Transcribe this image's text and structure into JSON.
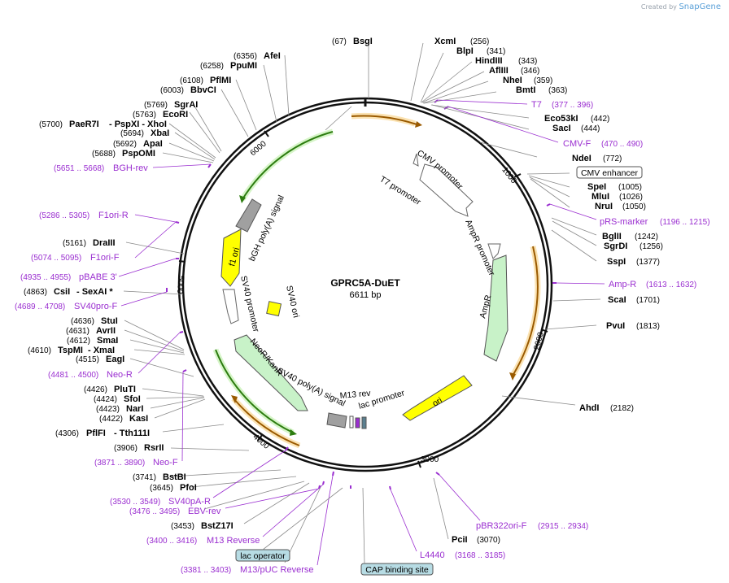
{
  "app": {
    "brand_prefix": "Created by",
    "brand_name": "SnapGene"
  },
  "plasmid": {
    "name": "GPRC5A-DuET",
    "length_label": "6611 bp",
    "length": 6611
  },
  "ticks": [
    "1000",
    "2000",
    "3000",
    "4000",
    "5000",
    "6000"
  ],
  "colors": {
    "primer": "#9a2ed0",
    "feature_green": "#c8f2c8",
    "promoter": "#ffffff",
    "ori": "#ffff00",
    "orf_arrow": "#ffa500",
    "green_arrow": "#3a9a1a",
    "box_bg": "#b7dce4"
  },
  "enzymes": [
    {
      "name": "BsgI",
      "pos": "(67)"
    },
    {
      "name": "XcmI",
      "pos": "(256)"
    },
    {
      "name": "BlpI",
      "pos": "(341)"
    },
    {
      "name": "HindIII",
      "pos": "(343)"
    },
    {
      "name": "AflIII",
      "pos": "(346)"
    },
    {
      "name": "NheI",
      "pos": "(359)"
    },
    {
      "name": "BmtI",
      "pos": "(363)"
    },
    {
      "name": "Eco53kI",
      "pos": "(442)"
    },
    {
      "name": "SacI",
      "pos": "(444)"
    },
    {
      "name": "NdeI",
      "pos": "(772)"
    },
    {
      "name": "SpeI",
      "pos": "(1005)"
    },
    {
      "name": "MluI",
      "pos": "(1026)"
    },
    {
      "name": "NruI",
      "pos": "(1050)"
    },
    {
      "name": "BglII",
      "pos": "(1242)"
    },
    {
      "name": "SgrDI",
      "pos": "(1256)"
    },
    {
      "name": "SspI",
      "pos": "(1377)"
    },
    {
      "name": "ScaI",
      "pos": "(1701)"
    },
    {
      "name": "PvuI",
      "pos": "(1813)"
    },
    {
      "name": "AhdI",
      "pos": "(2182)"
    },
    {
      "name": "PciI",
      "pos": "(3070)"
    },
    {
      "name": "BstZ17I",
      "pos": "(3453)"
    },
    {
      "name": "PfoI",
      "pos": "(3645)"
    },
    {
      "name": "BstBI",
      "pos": "(3741)"
    },
    {
      "name": "RsrII",
      "pos": "(3906)"
    },
    {
      "name": "PflFI",
      "pos": "(4306)",
      "extra": "- Tth111I"
    },
    {
      "name": "KasI",
      "pos": "(4422)"
    },
    {
      "name": "NarI",
      "pos": "(4423)"
    },
    {
      "name": "SfoI",
      "pos": "(4424)"
    },
    {
      "name": "PluTI",
      "pos": "(4426)"
    },
    {
      "name": "EagI",
      "pos": "(4515)"
    },
    {
      "name": "TspMI",
      "pos": "(4610)",
      "extra": "- XmaI"
    },
    {
      "name": "SmaI",
      "pos": "(4612)"
    },
    {
      "name": "AvrII",
      "pos": "(4631)"
    },
    {
      "name": "StuI",
      "pos": "(4636)"
    },
    {
      "name": "CsiI",
      "pos": "(4863)",
      "extra": "- SexAI *"
    },
    {
      "name": "DraIII",
      "pos": "(5161)"
    },
    {
      "name": "PspOMI",
      "pos": "(5688)"
    },
    {
      "name": "ApaI",
      "pos": "(5692)"
    },
    {
      "name": "XbaI",
      "pos": "(5694)"
    },
    {
      "name": "PaeR7I",
      "pos": "(5700)",
      "extra": "- PspXI - XhoI"
    },
    {
      "name": "EcoRI",
      "pos": "(5763)"
    },
    {
      "name": "SgrAI",
      "pos": "(5769)"
    },
    {
      "name": "BbvCI",
      "pos": "(6003)"
    },
    {
      "name": "PflMI",
      "pos": "(6108)"
    },
    {
      "name": "PpuMI",
      "pos": "(6258)"
    },
    {
      "name": "AfeI",
      "pos": "(6356)"
    }
  ],
  "primers": [
    {
      "name": "T7",
      "range": "(377 .. 396)"
    },
    {
      "name": "CMV-F",
      "range": "(470 .. 490)"
    },
    {
      "name": "pRS-marker",
      "range": "(1196 .. 1215)"
    },
    {
      "name": "Amp-R",
      "range": "(1613 .. 1632)"
    },
    {
      "name": "pBR322ori-F",
      "range": "(2915 .. 2934)"
    },
    {
      "name": "L4440",
      "range": "(3168 .. 3185)"
    },
    {
      "name": "M13/pUC Reverse",
      "range": "(3381 .. 3403)"
    },
    {
      "name": "M13 Reverse",
      "range": "(3400 .. 3416)"
    },
    {
      "name": "EBV-rev",
      "range": "(3476 .. 3495)"
    },
    {
      "name": "SV40pA-R",
      "range": "(3530 .. 3549)"
    },
    {
      "name": "Neo-F",
      "range": "(3871 .. 3890)"
    },
    {
      "name": "Neo-R",
      "range": "(4481 .. 4500)"
    },
    {
      "name": "SV40pro-F",
      "range": "(4689 .. 4708)"
    },
    {
      "name": "pBABE 3'",
      "range": "(4935 .. 4955)"
    },
    {
      "name": "F1ori-F",
      "range": "(5074 .. 5095)"
    },
    {
      "name": "F1ori-R",
      "range": "(5286 .. 5305)"
    },
    {
      "name": "BGH-rev",
      "range": "(5651 .. 5668)"
    }
  ],
  "boxed_labels": {
    "cmv_enhancer": "CMV enhancer",
    "lac_operator": "lac operator",
    "cap_site": "CAP binding site"
  },
  "features": {
    "cmv_promoter": "CMV promoter",
    "t7_promoter": "T7 promoter",
    "ampr_promoter": "AmpR promoter",
    "ampr": "AmpR",
    "ori": "ori",
    "lac_promoter": "lac promoter",
    "m13_rev": "M13 rev",
    "sv40_polya": "SV40 poly(A) signal",
    "neor": "NeoR/KanR",
    "sv40_promoter": "SV40 promoter",
    "sv40_ori": "SV40 ori",
    "f1_ori": "f1 ori",
    "bgh_polya": "bGH poly(A) signal"
  }
}
